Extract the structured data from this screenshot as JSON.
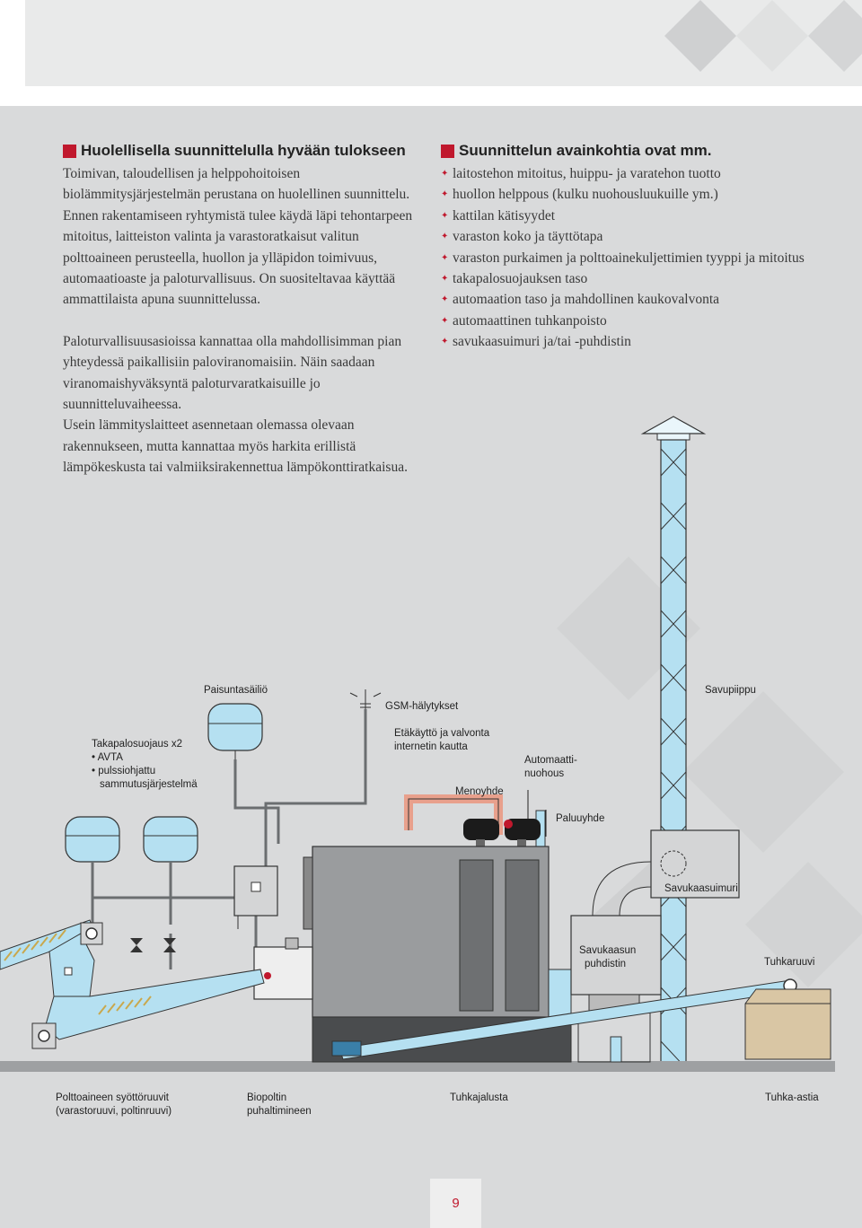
{
  "left": {
    "heading": "Huolellisella suunnittelulla hyvään tulokseen",
    "paragraphs": [
      "Toimivan, taloudellisen ja helppohoitoisen biolämmitysjärjestelmän perustana on huolellinen suunnittelu. Ennen rakentamiseen ryhtymistä tulee käydä läpi tehontarpeen mitoitus, laitteiston valinta ja varastoratkaisut valitun polttoaineen perusteella, huollon ja ylläpidon toimivuus, automaatioaste ja paloturvallisuus. On suositeltavaa käyttää ammattilaista apuna suunnittelussa.",
      "Paloturvallisuusasioissa kannattaa olla mahdollisimman pian yhteydessä paikallisiin paloviranomaisiin. Näin saadaan viranomaishyväksyntä paloturvaratkaisuille jo suunnitteluvaiheessa.",
      "Usein lämmityslaitteet asennetaan olemassa olevaan rakennukseen, mutta kannattaa myös harkita erillistä lämpökeskusta tai valmiiksirakennettua lämpökonttiratkaisua."
    ]
  },
  "right": {
    "heading": "Suunnittelun avainkohtia ovat mm.",
    "bullets": [
      "laitostehon mitoitus, huippu- ja varatehon tuotto",
      "huollon helppous (kulku nuohousluukuille ym.)",
      "kattilan kätisyydet",
      "varaston koko ja täyttötapa",
      "varaston purkaimen ja polttoainekuljettimien tyyppi ja mitoitus",
      "takapalosuojauksen taso",
      "automaation taso ja mahdollinen kaukovalvonta",
      "automaattinen tuhkanpoisto",
      "savukaasuimuri ja/tai -puhdistin"
    ]
  },
  "diagram": {
    "paisuntasailio": "Paisuntasäiliö",
    "gsm": "GSM-hälytykset",
    "savupiippu": "Savupiippu",
    "takapalo": [
      "Takapalosuojaus x2",
      "• AVTA",
      "• pulssiohjattu",
      "sammutusjärjestelmä"
    ],
    "etakaytto": [
      "Etäkäyttö ja valvonta",
      "internetin kautta"
    ],
    "automaattinuohous": [
      "Automaatti-",
      "nuohous"
    ],
    "menoyhde": "Menoyhde",
    "paluuyhde": "Paluuyhde",
    "savukaasuimuri": "Savukaasuimuri",
    "savukaasunpuhdistin": [
      "Savukaasun",
      "puhdistin"
    ],
    "tuhkaruuvi": "Tuhkaruuvi",
    "syottoruuvit": [
      "Polttoaineen syöttöruuvit",
      "(varastoruuvi, poltinruuvi)"
    ],
    "biopoltin": [
      "Biopoltin",
      "puhaltimineen"
    ],
    "tuhkajalusta": "Tuhkajalusta",
    "tuhka_astia": "Tuhka-astia"
  },
  "page_number": "9",
  "colors": {
    "accent": "#c0182d",
    "pipe_blue": "#a9dcef",
    "boiler_grey": "#9a9c9e"
  }
}
